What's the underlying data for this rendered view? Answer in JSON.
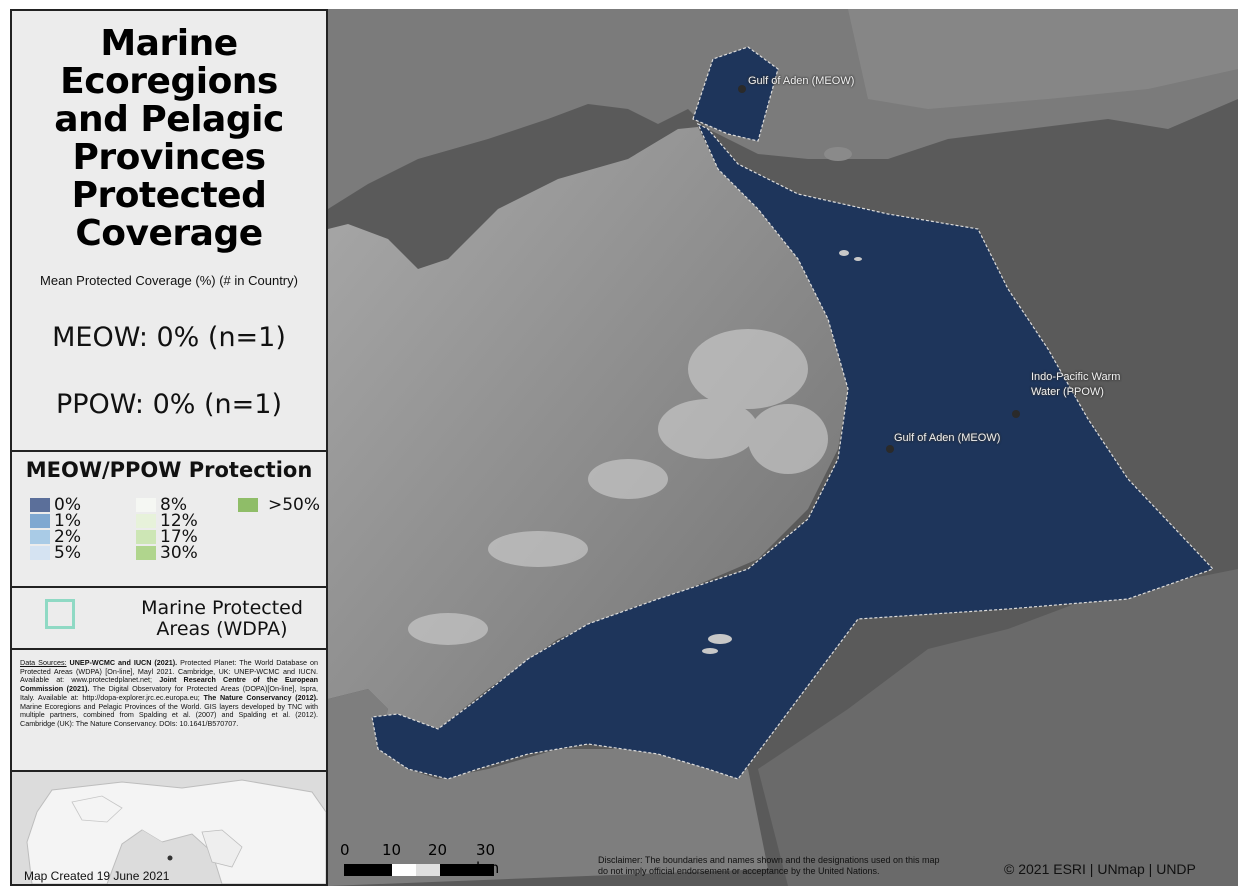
{
  "panel": {
    "title": "Marine Ecoregions and Pelagic Provinces Protected Coverage",
    "subtitle": "Mean Protected Coverage (%) (# in Country)",
    "meow_stat": "MEOW: 0%  (n=1)",
    "ppow_stat": "PPOW: 0%  (n=1)"
  },
  "legend": {
    "title": "MEOW/PPOW Protection",
    "items": [
      {
        "label": "0%",
        "color": "#5b6f9a"
      },
      {
        "label": "1%",
        "color": "#7fa8d1"
      },
      {
        "label": "2%",
        "color": "#a9cbe6"
      },
      {
        "label": "5%",
        "color": "#d5e3f2"
      },
      {
        "label": "8%",
        "color": "#f5f7f3"
      },
      {
        "label": "12%",
        "color": "#e7f2da"
      },
      {
        "label": "17%",
        "color": "#cde6b5"
      },
      {
        "label": "30%",
        "color": "#b0d58d"
      },
      {
        "label": ">50%",
        "color": "#8fbd68"
      }
    ],
    "wdpa_label": "Marine Protected Areas (WDPA)",
    "wdpa_color": "#8fd9c4"
  },
  "sources": {
    "label": "Data Sources:",
    "ref1_bold": "UNEP-WCMC and IUCN (2021).",
    "ref1_text": " Protected Planet: The World Database on Protected Areas (WDPA) [On-line], Mayl 2021. Cambridge, UK: UNEP-WCMC and IUCN. Available at: www.protectedplanet.net; ",
    "ref2_bold": "Joint Research Centre of the European Commission (2021).",
    "ref2_text": " The Digital Observatory for Protected Areas (DOPA)[On-line], Ispra, Italy. Available at: http://dopa-explorer.jrc.ec.europa.eu; ",
    "ref3_bold": "The Nature Conservancy (2012).",
    "ref3_text": " Marine Ecoregions and Pelagic Provinces of the World. GIS layers developed by TNC with multiple partners, combined from Spalding et al. (2007) and Spalding et al. (2012). Cambridge (UK): The Nature Conservancy. DOIs: 10.1641/B570707."
  },
  "created": "Map Created 19 June 2021",
  "map": {
    "labels": {
      "gulf_top": "Gulf of Aden (MEOW)",
      "gulf_center": "Gulf of Aden (MEOW)",
      "ppow_line1": "Indo-Pacific Warm",
      "ppow_line2": "Water (PPOW)"
    },
    "marine_fill": "#1e355b",
    "scale": {
      "ticks": [
        "0",
        "10",
        "20",
        "30 km"
      ]
    },
    "disclaimer_line1": "Disclaimer: The boundaries and names shown and the designations used on this map",
    "disclaimer_line2": "do not imply official endorsement or acceptance by the United Nations.",
    "copyright": "© 2021 ESRI | UNmap | UNDP"
  }
}
